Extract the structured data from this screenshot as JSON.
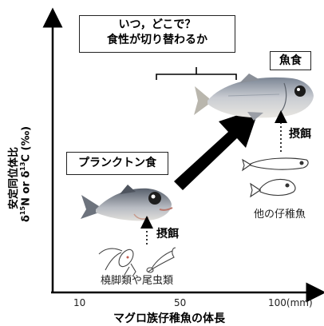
{
  "y_axis": {
    "line1": "安定同位体比",
    "line2_delta1": "δ",
    "line2_sup1": "15",
    "line2_mid": "N or δ",
    "line2_sup2": "13",
    "line2_end": "C (‰)"
  },
  "x_axis": {
    "label": "マグロ族仔稚魚の体長",
    "ticks": [
      "10",
      "50",
      "100(mm)"
    ]
  },
  "question_box": {
    "line1": "いつ，どこで？",
    "line2": "食性が切り替わるか"
  },
  "plankton_label": "プランクトン食",
  "fish_feeding_label": "魚食",
  "feeding_label_bottom": "摂餌",
  "feeding_label_right": "摂餌",
  "prey_bottom_label": "橈脚類や尾虫類",
  "prey_right_label": "他の仔稚魚"
}
